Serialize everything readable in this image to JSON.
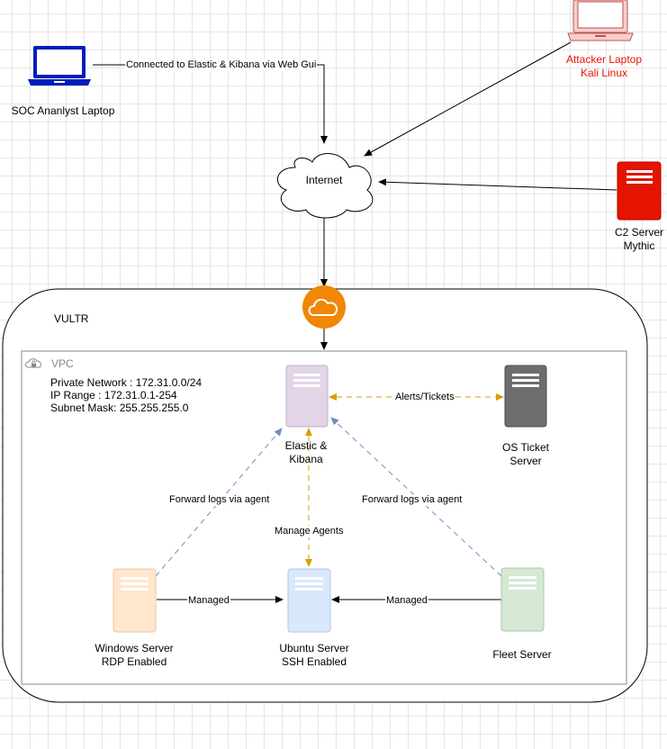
{
  "nodes": {
    "soc_laptop": "SOC Ananlyst Laptop",
    "attacker_line1": "Attacker Laptop",
    "attacker_line2": "Kali Linux",
    "internet": "Internet",
    "c2_line1": "C2 Server",
    "c2_line2": "Mythic",
    "elastic_line1": "Elastic &",
    "elastic_line2": "Kibana",
    "osticket_line1": "OS Ticket",
    "osticket_line2": "Server",
    "windows_line1": "Windows Server",
    "windows_line2": "RDP Enabled",
    "ubuntu_line1": "Ubuntu Server",
    "ubuntu_line2": "SSH Enabled",
    "fleet": "Fleet Server"
  },
  "containers": {
    "vultr": "VULTR",
    "vpc": "VPC"
  },
  "vpc_info": {
    "private_network": "Private Network : 172.31.0.0/24",
    "ip_range": "IP Range : 172.31.0.1-254",
    "subnet_mask": "Subnet Mask: 255.255.255.0"
  },
  "edges": {
    "soc_to_elastic": "Connected to Elastic & Kibana via Web Gui",
    "alerts": "Alerts/Tickets",
    "windows_forward": "Forward logs via agent",
    "fleet_forward": "Forward logs via agent",
    "manage_agents": "Manage Agents",
    "windows_managed": "Managed",
    "fleet_managed": "Managed"
  },
  "colors": {
    "attacker": "#e51400",
    "c2_server": "#e51400",
    "laptop_soc": "#001dbc",
    "elastic_server": "#e1d5e7",
    "osticket_server": "#6d6d6d",
    "windows_server": "#ffe6cc",
    "ubuntu_server": "#dae8fc",
    "fleet_server": "#d5e8d4",
    "cloud_gateway": "#f08705",
    "dashed_blue": "#6c8ebf",
    "dashed_orange": "#d6a000"
  },
  "icons": {
    "soc_laptop": "laptop-icon",
    "attacker_laptop": "laptop-icon",
    "internet": "cloud-icon",
    "gateway": "cloud-gateway-icon",
    "vpc": "vpc-cloud-lock-icon",
    "servers": "server-icon"
  }
}
